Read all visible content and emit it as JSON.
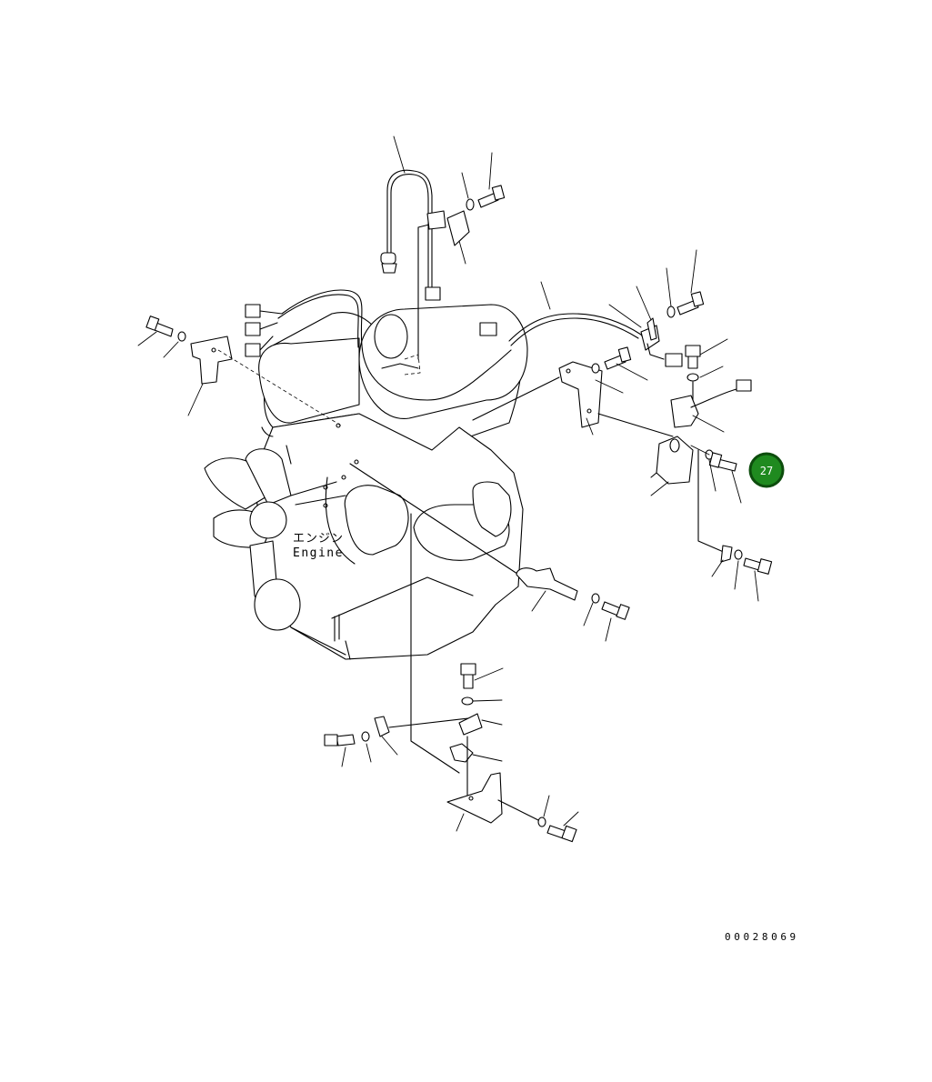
{
  "diagram": {
    "engine_label_jp": "エンジン",
    "engine_label_en": "Engine",
    "drawing_number": "00028069",
    "callout": {
      "number": "27",
      "color": "#1f8a1f",
      "ring_color": "#0d4d0d"
    }
  }
}
